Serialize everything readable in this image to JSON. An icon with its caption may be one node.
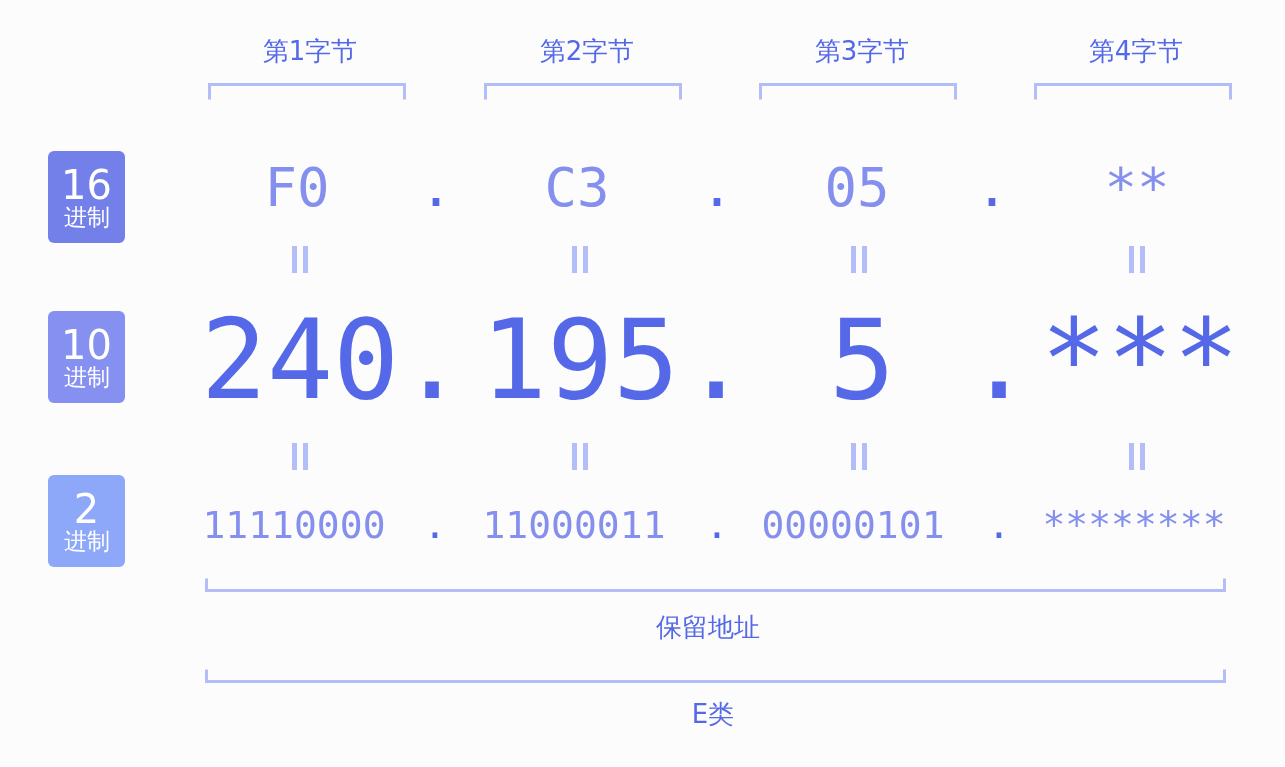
{
  "diagram": {
    "nodes": [
      {
        "text": [
          "16",
          "进制"
        ]
      },
      {
        "text": [
          "10",
          "进制"
        ]
      },
      {
        "text": [
          "2",
          "进制"
        ]
      }
    ],
    "labels": [
      "第1字节",
      "第2字节",
      "第3字节",
      "第4字节",
      "F0",
      ".",
      "C3",
      ".",
      "05",
      ".",
      "**",
      "240",
      ".",
      "195",
      ".",
      "5",
      ".",
      "***",
      "11110000",
      ".",
      "11000011",
      ".",
      "00000101",
      ".",
      "********",
      "保留地址",
      "E类"
    ]
  }
}
